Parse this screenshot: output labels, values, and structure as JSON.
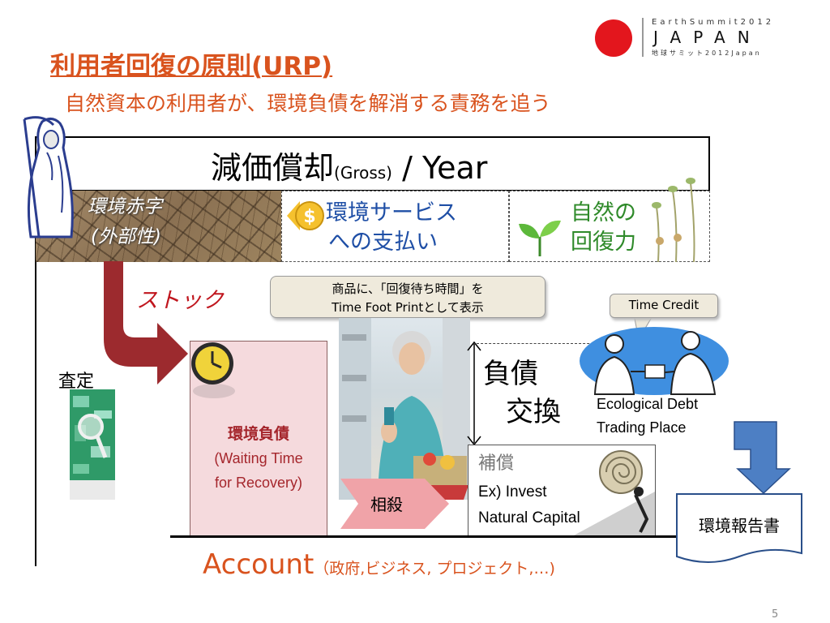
{
  "header": {
    "title": "利用者回復の原則(URP)",
    "subtitle": "自然資本の利用者が、環境負債を解消する責務を追う"
  },
  "logo": {
    "line1": "EarthSummit2012",
    "line2": "JAPAN",
    "line3": "地球サミット2012Japan",
    "dot_color": "#e3161d"
  },
  "gross": {
    "main": "減価償却",
    "small": "(Gross)",
    "suffix": " / Year"
  },
  "deficit": {
    "line1": "環境赤字",
    "line2": "(外部性)"
  },
  "service": {
    "line1": "環境サービス",
    "line2": "への支払い"
  },
  "nature": {
    "line1": "自然の",
    "line2": "回復力"
  },
  "stock_label": "ストック",
  "assess_label": "査定",
  "bubble_product": {
    "line1": "商品に、「回復待ち時間」を",
    "line2": "Time Foot Printとして表示"
  },
  "time_credit": "Time Credit",
  "env_debt": {
    "line1": "環境負債",
    "line2": "(Waiting Time",
    "line3": "for Recovery)"
  },
  "offset_label": "相殺",
  "debt_exchange": {
    "line1": "負債",
    "line2": "交換"
  },
  "trading_place": {
    "line1": "Ecological Debt",
    "line2": "Trading   Place"
  },
  "compensation": {
    "title": "補償",
    "line1": "Ex) Invest",
    "line2": "Natural Capital"
  },
  "account": {
    "main": "Account",
    "sub": "（政府,ビジネス, プロジェクト,…)"
  },
  "report_label": "環境報告書",
  "page_number": "5",
  "icons": {
    "coin_icon_symbol": "$"
  },
  "colors": {
    "accent_orange": "#d9531e",
    "service_blue": "#1f4fa6",
    "nature_green": "#2f8a2a",
    "stock_red": "#c0161e",
    "debt_pink": "#f5dadd"
  }
}
